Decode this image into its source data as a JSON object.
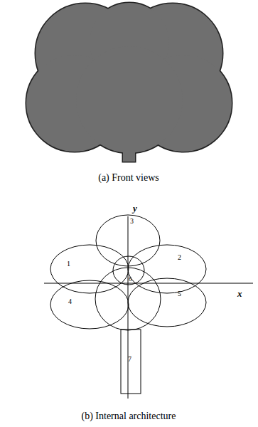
{
  "diagram": {
    "labels": [
      "(a) Front views",
      "(b) Internal architecture",
      "y",
      "x",
      "3",
      "1",
      "2",
      "6",
      "4",
      "5",
      "7"
    ]
  }
}
